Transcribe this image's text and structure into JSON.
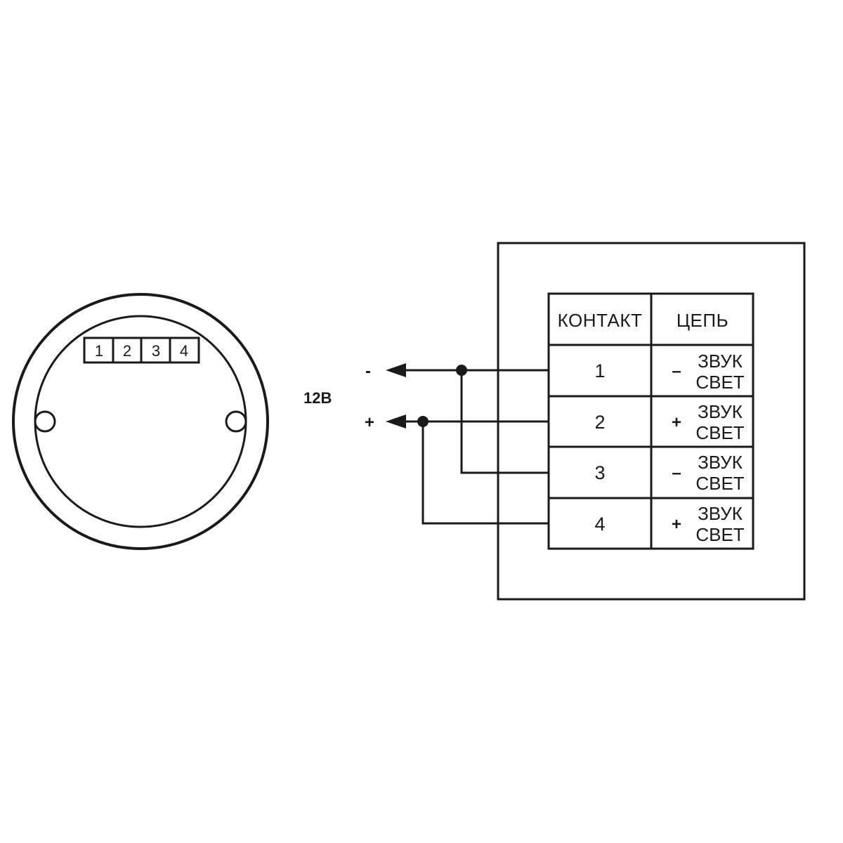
{
  "device": {
    "terminal_labels": [
      "1",
      "2",
      "3",
      "4"
    ]
  },
  "power": {
    "voltage_label": "12В",
    "minus_label": "-",
    "plus_label": "+"
  },
  "table": {
    "headers": {
      "contact": "КОНТАКТ",
      "circuit": "ЦЕПЬ"
    },
    "rows": [
      {
        "contact": "1",
        "sign": "–",
        "line1": "ЗВУК",
        "line2": "СВЕТ"
      },
      {
        "contact": "2",
        "sign": "+",
        "line1": "ЗВУК",
        "line2": "СВЕТ"
      },
      {
        "contact": "3",
        "sign": "–",
        "line1": "ЗВУК",
        "line2": "СВЕТ"
      },
      {
        "contact": "4",
        "sign": "+",
        "line1": "ЗВУК",
        "line2": "СВЕТ"
      }
    ]
  },
  "colors": {
    "ink": "#1a1a1a",
    "background": "#ffffff"
  }
}
